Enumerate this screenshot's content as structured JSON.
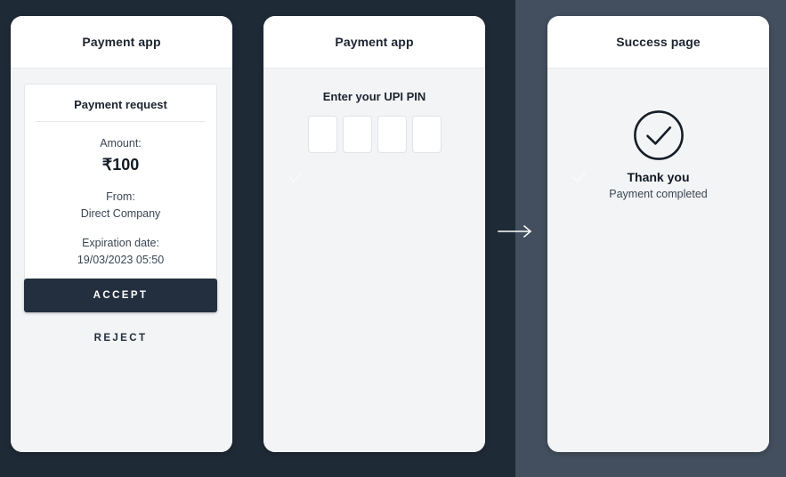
{
  "canvas": {
    "bg_dark": "#1f2a37",
    "bg_slate": "#434f5e"
  },
  "panels": [
    {
      "id": "payment-request",
      "header_title": "Payment app",
      "card": {
        "title": "Payment request",
        "amount_label": "Amount:",
        "amount_value": "₹100",
        "from_label": "From:",
        "from_value": "Direct Company",
        "expiration_label": "Expiration date:",
        "expiration_value": "19/03/2023 05:50"
      },
      "accept_label": "ACCEPT",
      "reject_label": "REJECT",
      "accent_color": "#232f3e"
    },
    {
      "id": "upi-pin",
      "header_title": "Payment app",
      "pin_prompt": "Enter your UPI PIN",
      "pin_digits": [
        "",
        "",
        "",
        ""
      ],
      "pin_length": 4
    },
    {
      "id": "success",
      "header_title": "Success page",
      "icon": "circle-check-icon",
      "thanks": "Thank you",
      "subtitle": "Payment completed"
    }
  ],
  "flow": {
    "arrow": "right-arrow-icon",
    "watermark": "check-watermark-icon"
  }
}
